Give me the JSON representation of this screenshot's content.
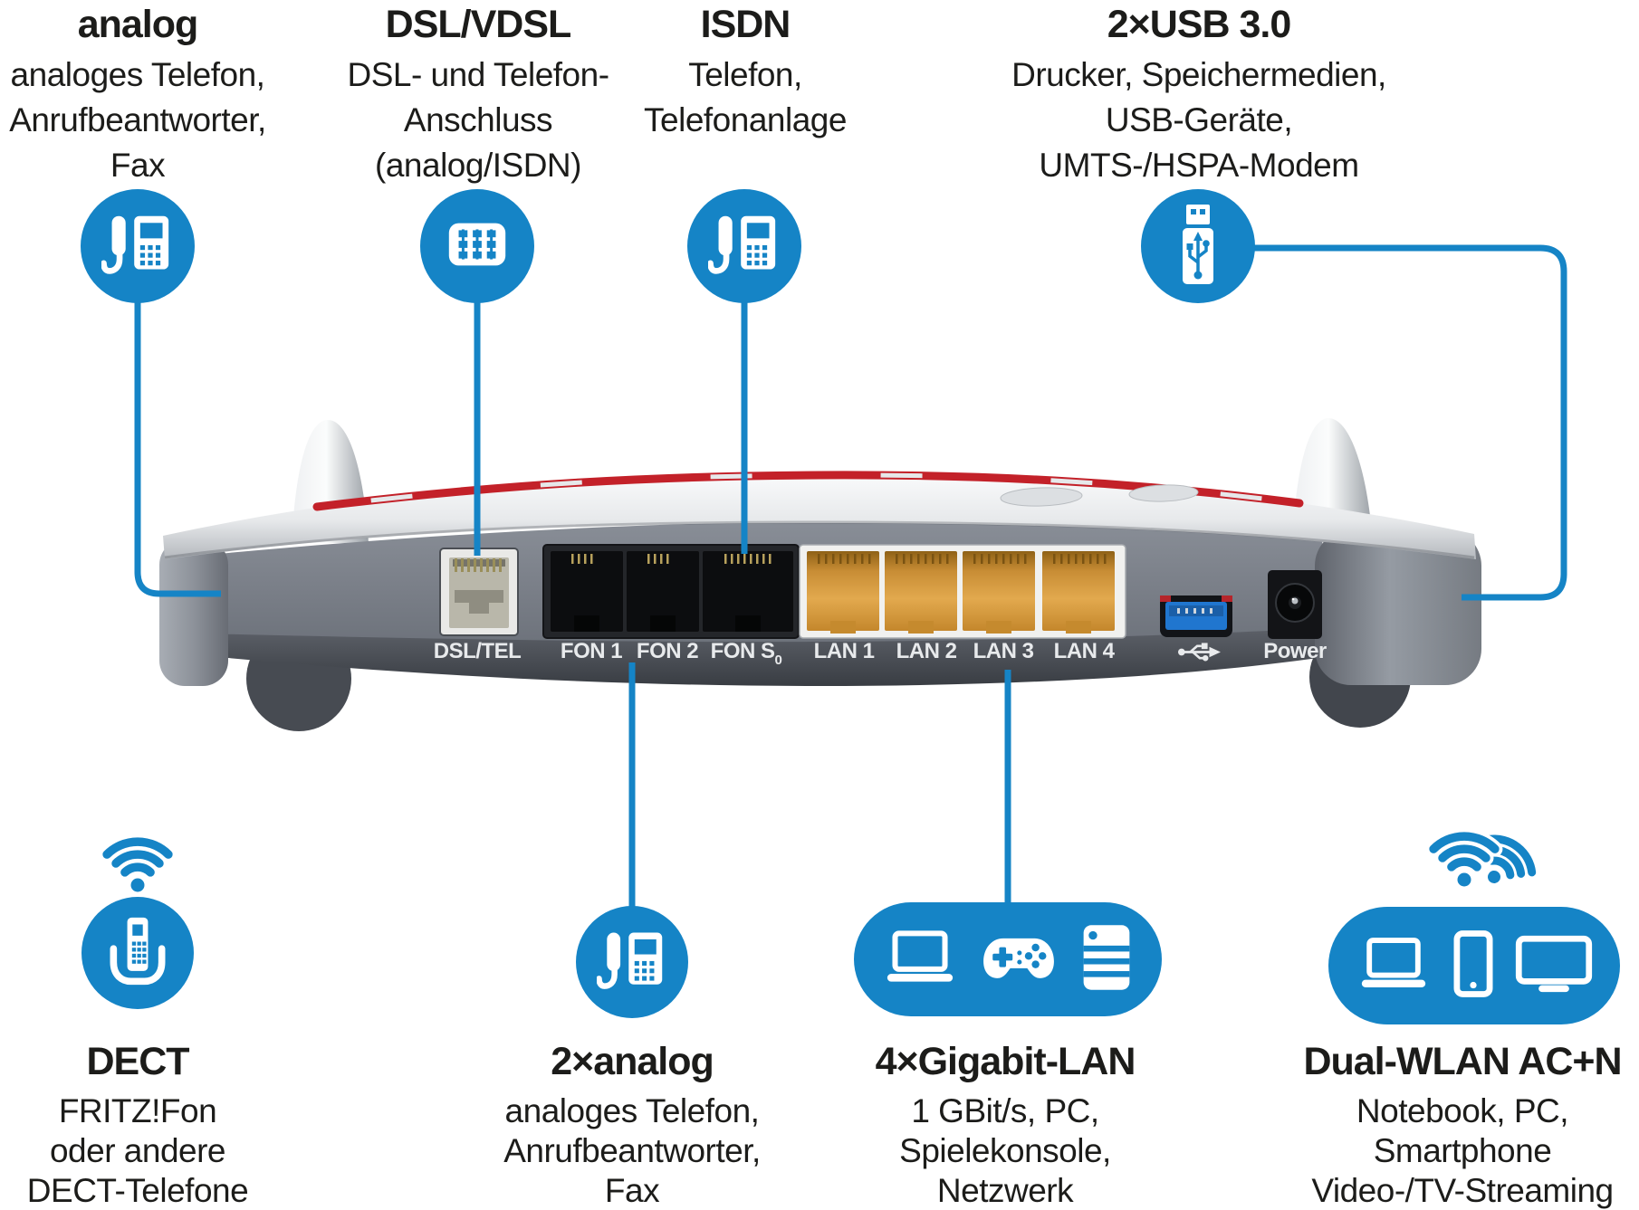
{
  "colors": {
    "accent_blue": "#1584c6",
    "stripe_red": "#c32129",
    "lan_port_orange": "#d89a3d",
    "router_gray": "#7b818b",
    "label_text": "#e8eaec",
    "body_text": "#1c1c1a",
    "background": "#ffffff"
  },
  "top_annotations": [
    {
      "title": "analog",
      "lines": [
        "analoges Telefon,",
        "Anrufbeantworter,",
        "Fax"
      ],
      "icon": "desk-phone-icon"
    },
    {
      "title": "DSL/VDSL",
      "lines": [
        "DSL- und Telefon-",
        "Anschluss",
        "(analog/ISDN)"
      ],
      "icon": "tae-socket-icon"
    },
    {
      "title": "ISDN",
      "lines": [
        "Telefon,",
        "Telefonanlage"
      ],
      "icon": "desk-phone-icon"
    },
    {
      "title": "2×USB 3.0",
      "lines": [
        "Drucker, Speichermedien,",
        "USB-Geräte,",
        "UMTS-/HSPA-Modem"
      ],
      "icon": "usb-stick-icon"
    }
  ],
  "bottom_annotations": [
    {
      "title": "DECT",
      "lines": [
        "FRITZ!Fon",
        "oder andere",
        "DECT-Telefone"
      ],
      "icon": "dect-handset-icon",
      "extra_icon": "wifi-waves-icon"
    },
    {
      "title": "2×analog",
      "lines": [
        "analoges Telefon,",
        "Anrufbeantworter,",
        "Fax"
      ],
      "icon": "desk-phone-icon"
    },
    {
      "title": "4×Gigabit-LAN",
      "lines": [
        "1 GBit/s, PC,",
        "Spielekonsole,",
        "Netzwerk"
      ],
      "icons": [
        "laptop-icon",
        "gamepad-icon",
        "server-icon"
      ]
    },
    {
      "title": "Dual-WLAN AC+N",
      "lines": [
        "Notebook, PC,",
        "Smartphone",
        "Video-/TV-Streaming"
      ],
      "icons": [
        "laptop-icon",
        "smartphone-icon",
        "tv-icon"
      ],
      "extra_icon": "dual-wifi-waves-icon"
    }
  ],
  "router": {
    "port_labels": [
      {
        "label": "DSL/TEL"
      },
      {
        "label": "FON 1"
      },
      {
        "label": "FON 2"
      },
      {
        "label": "FON S",
        "sub": "0"
      },
      {
        "label": "LAN 1"
      },
      {
        "label": "LAN 2"
      },
      {
        "label": "LAN 3"
      },
      {
        "label": "LAN 4"
      },
      {
        "label": "Power"
      }
    ],
    "usb_port_symbol": "usb-trident-icon"
  }
}
